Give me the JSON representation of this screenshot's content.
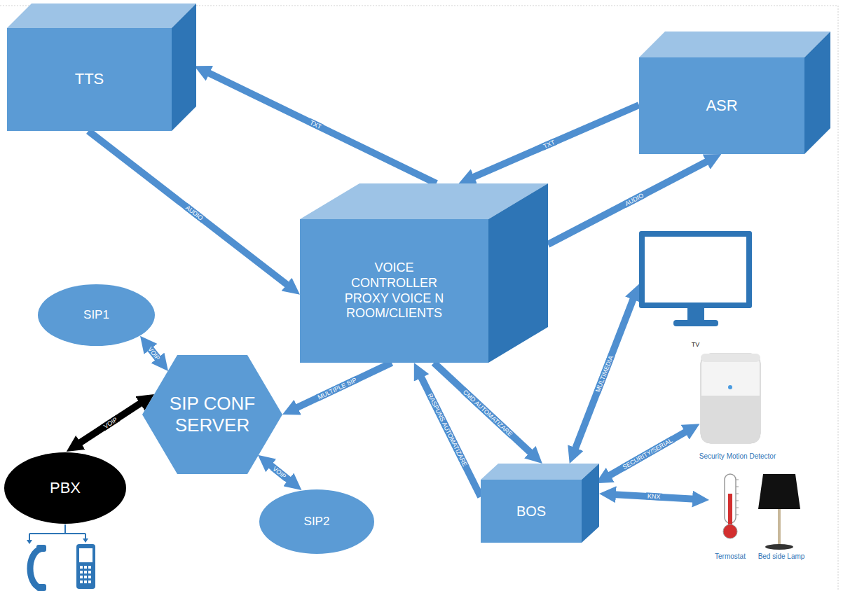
{
  "diagram": {
    "nodes": [
      {
        "text": [
          "TTS"
        ]
      },
      {
        "text": [
          "ASR"
        ]
      },
      {
        "text": [
          "VOICE CONTROLLER PROXY VOICE N ROOM/CLIENTS"
        ]
      },
      {
        "text": [
          "SIP1"
        ]
      },
      {
        "text": [
          "SIP CONF SERVER"
        ]
      },
      {
        "text": [
          "PBX"
        ]
      },
      {
        "text": [
          "SIP2"
        ]
      },
      {
        "text": [
          "BOS"
        ]
      },
      {
        "text": [
          "TV"
        ]
      },
      {
        "text": [
          "Security Motion Detector"
        ]
      },
      {
        "text": [
          "Termostat"
        ]
      },
      {
        "text": [
          "Bed side Lamp"
        ]
      }
    ],
    "edges": [
      {
        "from": 2,
        "to": 0,
        "label": "TXT",
        "arrow": "to"
      },
      {
        "from": 1,
        "to": 2,
        "label": "TXT",
        "arrow": "to"
      },
      {
        "from": 0,
        "to": 2,
        "label": "AUDIO",
        "arrow": "to"
      },
      {
        "from": 2,
        "to": 1,
        "label": "AUDIO",
        "arrow": "to"
      },
      {
        "from": 3,
        "to": 4,
        "label": "VOIP",
        "arrow": "both"
      },
      {
        "from": 2,
        "to": 4,
        "label": "MULTIPLE SIP",
        "arrow": "to"
      },
      {
        "from": 4,
        "to": 5,
        "label": "VOIP",
        "arrow": "both"
      },
      {
        "from": 4,
        "to": 6,
        "label": "VOIP",
        "arrow": "both"
      },
      {
        "from": 2,
        "to": 7,
        "label": "CMD AUTOMATIZARE",
        "arrow": "to"
      },
      {
        "from": 7,
        "to": 2,
        "label": "RASPUNS AUTOMATIZARE",
        "arrow": "to"
      },
      {
        "from": 7,
        "to": 8,
        "label": "MULTIMEDIA",
        "arrow": "both"
      },
      {
        "from": 9,
        "to": 7,
        "label": "SECURITY/SERIAL",
        "arrow": "both"
      },
      {
        "from": 7,
        "to": 10,
        "label": "KNX",
        "arrow": "both"
      }
    ]
  }
}
